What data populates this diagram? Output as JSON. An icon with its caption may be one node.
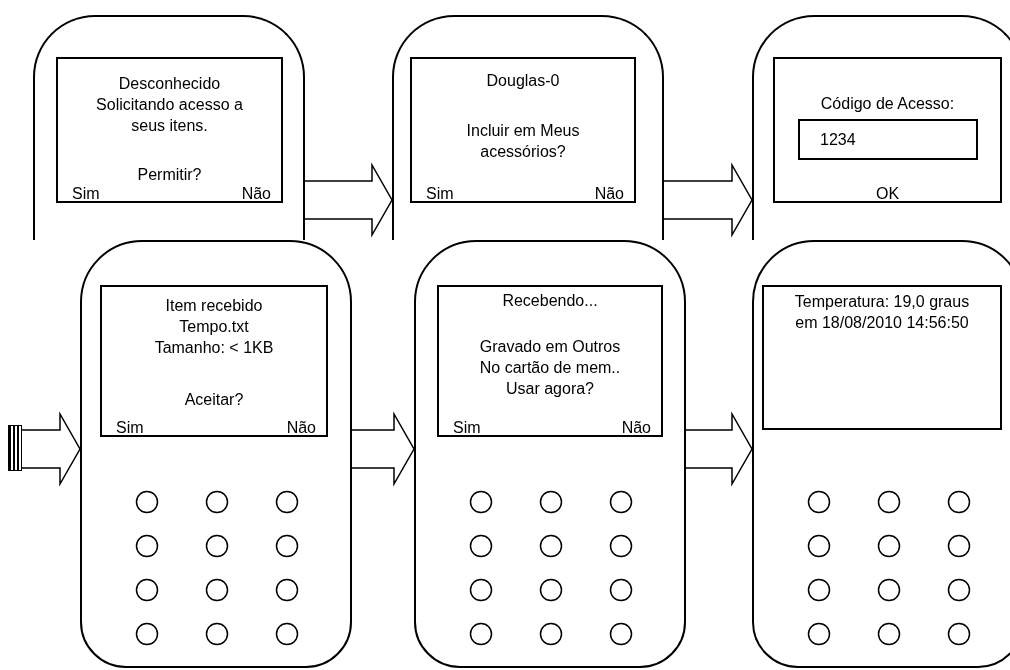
{
  "diagram": {
    "nodes": [
      {
        "text": [],
        "shape": "box"
      },
      {
        "text": [
          "Desconhecido Solicitando acesso a seus itens.",
          "Permitir?",
          "Sim",
          "Não"
        ],
        "in": 0
      },
      {
        "text": [],
        "shape": "box"
      },
      {
        "text": [
          "Douglas-0",
          "Incluir em Meus acessórios?",
          "Sim",
          "Não"
        ],
        "in": 2
      },
      {
        "text": [],
        "shape": "box"
      },
      {
        "text": [
          "Código de Acesso:",
          "OK"
        ],
        "in": 4
      },
      {
        "text": [
          "1234"
        ],
        "in": 5
      },
      {
        "text": [],
        "shape": "bar"
      },
      {
        "text": [],
        "shape": "box"
      },
      {
        "text": [
          "Item recebido Tempo.txt Tamanho: < 1KB",
          "Aceitar?",
          "Sim",
          "Não"
        ],
        "in": 8
      },
      {
        "text": [],
        "shape": "box"
      },
      {
        "text": [
          "Recebendo...",
          "Gravado em Outros No cartão de mem.. Usar agora?",
          "Sim",
          "Não"
        ],
        "in": 10
      },
      {
        "text": [],
        "shape": "box"
      },
      {
        "text": [
          "Temperatura: 19,0 graus em 18/08/2010 14:56:50"
        ],
        "in": 12
      }
    ],
    "edges": [
      {
        "from": 0,
        "to": 2,
        "arrow": "to"
      },
      {
        "from": 2,
        "to": 4,
        "arrow": "to"
      },
      {
        "from": 7,
        "to": 8,
        "arrow": "to"
      },
      {
        "from": 8,
        "to": 10,
        "arrow": "to"
      },
      {
        "from": 10,
        "to": 12,
        "arrow": "to"
      }
    ]
  }
}
